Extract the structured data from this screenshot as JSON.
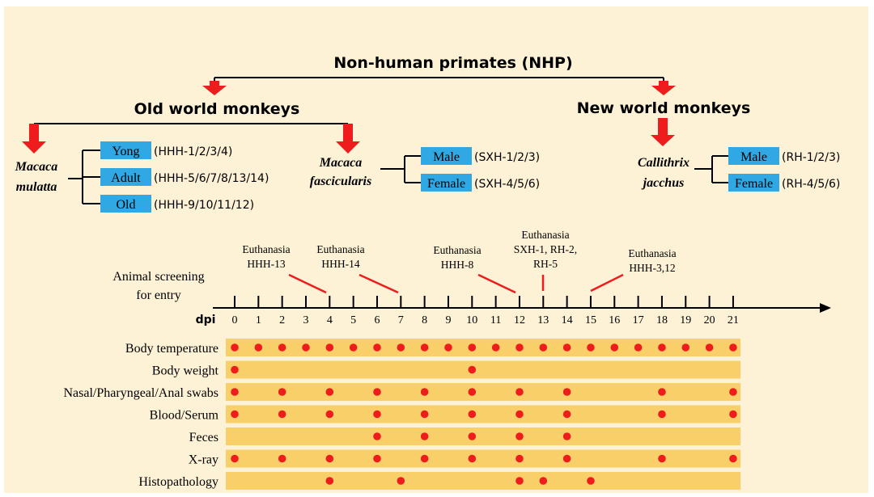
{
  "title": "Non-human primates (NHP)",
  "groups": {
    "old_world": "Old world monkeys",
    "new_world": "New world monkeys"
  },
  "species": {
    "macaca_mulatta": [
      "Macaca",
      "mulatta"
    ],
    "macaca_fascicularis": [
      "Macaca",
      "fascicularis"
    ],
    "callithrix_jacchus": [
      "Callithrix",
      "jacchus"
    ]
  },
  "mulatta_subgroups": [
    {
      "label": "Yong",
      "ids": "(HHH-1/2/3/4)"
    },
    {
      "label": "Adult",
      "ids": "(HHH-5/6/7/8/13/14)"
    },
    {
      "label": "Old",
      "ids": "(HHH-9/10/11/12)"
    }
  ],
  "fascicularis_subgroups": [
    {
      "label": "Male",
      "ids": "(SXH-1/2/3)"
    },
    {
      "label": "Female",
      "ids": "(SXH-4/5/6)"
    }
  ],
  "jacchus_subgroups": [
    {
      "label": "Male",
      "ids": "(RH-1/2/3)"
    },
    {
      "label": "Female",
      "ids": "(RH-4/5/6)"
    }
  ],
  "timeline": {
    "start_label": [
      "Animal screening",
      "for entry"
    ],
    "axis_label": "dpi",
    "days": [
      0,
      1,
      2,
      3,
      4,
      5,
      6,
      7,
      8,
      9,
      10,
      11,
      12,
      13,
      14,
      15,
      16,
      17,
      18,
      19,
      20,
      21
    ],
    "euthanasia": [
      {
        "day": 4,
        "lines": [
          "Euthanasia",
          "HHH-13"
        ]
      },
      {
        "day": 7,
        "lines": [
          "Euthanasia",
          "HHH-14"
        ]
      },
      {
        "day": 12,
        "lines": [
          "Euthanasia",
          "HHH-8"
        ]
      },
      {
        "day": 13,
        "lines": [
          "Euthanasia",
          "SXH-1, RH-2,",
          "RH-5"
        ]
      },
      {
        "day": 15,
        "lines": [
          "Euthanasia",
          "HHH-3,12"
        ]
      }
    ]
  },
  "sampling": [
    {
      "label": "Body temperature",
      "days": [
        0,
        1,
        2,
        3,
        4,
        5,
        6,
        7,
        8,
        9,
        10,
        11,
        12,
        13,
        14,
        15,
        16,
        17,
        18,
        19,
        20,
        21
      ]
    },
    {
      "label": "Body weight",
      "days": [
        0,
        10
      ]
    },
    {
      "label": "Nasal/Pharyngeal/Anal swabs",
      "days": [
        0,
        2,
        4,
        6,
        8,
        10,
        12,
        14,
        18,
        21
      ]
    },
    {
      "label": "Blood/Serum",
      "days": [
        0,
        2,
        4,
        6,
        8,
        10,
        12,
        14,
        18,
        21
      ]
    },
    {
      "label": "Feces",
      "days": [
        6,
        8,
        10,
        12,
        14
      ]
    },
    {
      "label": "X-ray",
      "days": [
        0,
        2,
        4,
        6,
        8,
        10,
        12,
        14,
        18,
        21
      ]
    },
    {
      "label": "Histopathology",
      "days": [
        4,
        7,
        12,
        13,
        15
      ]
    }
  ],
  "colors": {
    "background": "#fdf2d6",
    "arrow_red": "#ee1c1c",
    "label_box_blue": "#2fa8e4",
    "row_band": "#f9cf6a",
    "dot_red": "#ee1c1c",
    "line_black": "#000000"
  }
}
